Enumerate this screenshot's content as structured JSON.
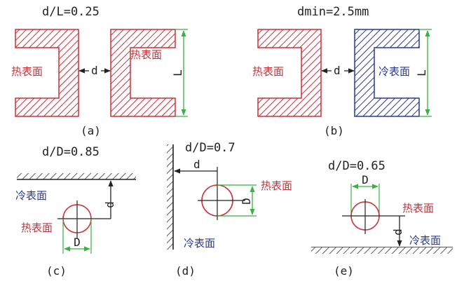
{
  "panel_a": {
    "formula": "d/L=0.25",
    "left_label": "热表面",
    "right_label": "热表面",
    "gap_label": "d",
    "height_label": "L",
    "caption": "(a)"
  },
  "panel_b": {
    "formula": "dmin=2.5mm",
    "left_label": "热表面",
    "right_label": "冷表面",
    "gap_label": "d",
    "height_label": "L",
    "caption": "(b)"
  },
  "panel_c": {
    "formula": "d/D=0.85",
    "surface_label": "冷表面",
    "pipe_label": "热表面",
    "gap_label": "d",
    "diameter_label": "D",
    "caption": "(c)"
  },
  "panel_d": {
    "formula": "d/D=0.7",
    "pipe_label": "热表面",
    "surface_label": "冷表面",
    "gap_label": "d",
    "diameter_label": "D",
    "caption": "(d)"
  },
  "panel_e": {
    "formula": "d/D=0.65",
    "pipe_label": "热表面",
    "surface_label": "冷表面",
    "gap_label": "d",
    "diameter_label": "D",
    "caption": "(e)"
  },
  "colors": {
    "hot": "#c8323a",
    "cold": "#2b3a8f",
    "dimension": "#3cb043",
    "ink": "#222222"
  }
}
